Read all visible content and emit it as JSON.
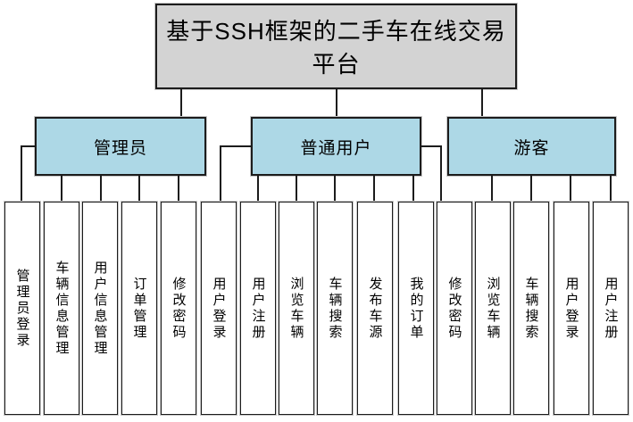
{
  "diagram": {
    "title": "基于SSH框架的二手车在线交易平台",
    "colors": {
      "title_fill": "#d3d3d3",
      "branch_fill": "#add8e6",
      "leaf_fill": "#ffffff",
      "line": "#1c1c1c"
    },
    "branches": [
      {
        "label": "管理员",
        "children": [
          "管理员登录",
          "车辆信息管理",
          "用户信息管理",
          "订单管理",
          "修改密码"
        ]
      },
      {
        "label": "普通用户",
        "children": [
          "用户登录",
          "用户注册",
          "浏览车辆",
          "车辆搜索",
          "发布车源",
          "我的订单",
          "修改密码"
        ]
      },
      {
        "label": "游客",
        "children": [
          "浏览车辆",
          "车辆搜索",
          "用户登录",
          "用户注册"
        ]
      }
    ]
  }
}
